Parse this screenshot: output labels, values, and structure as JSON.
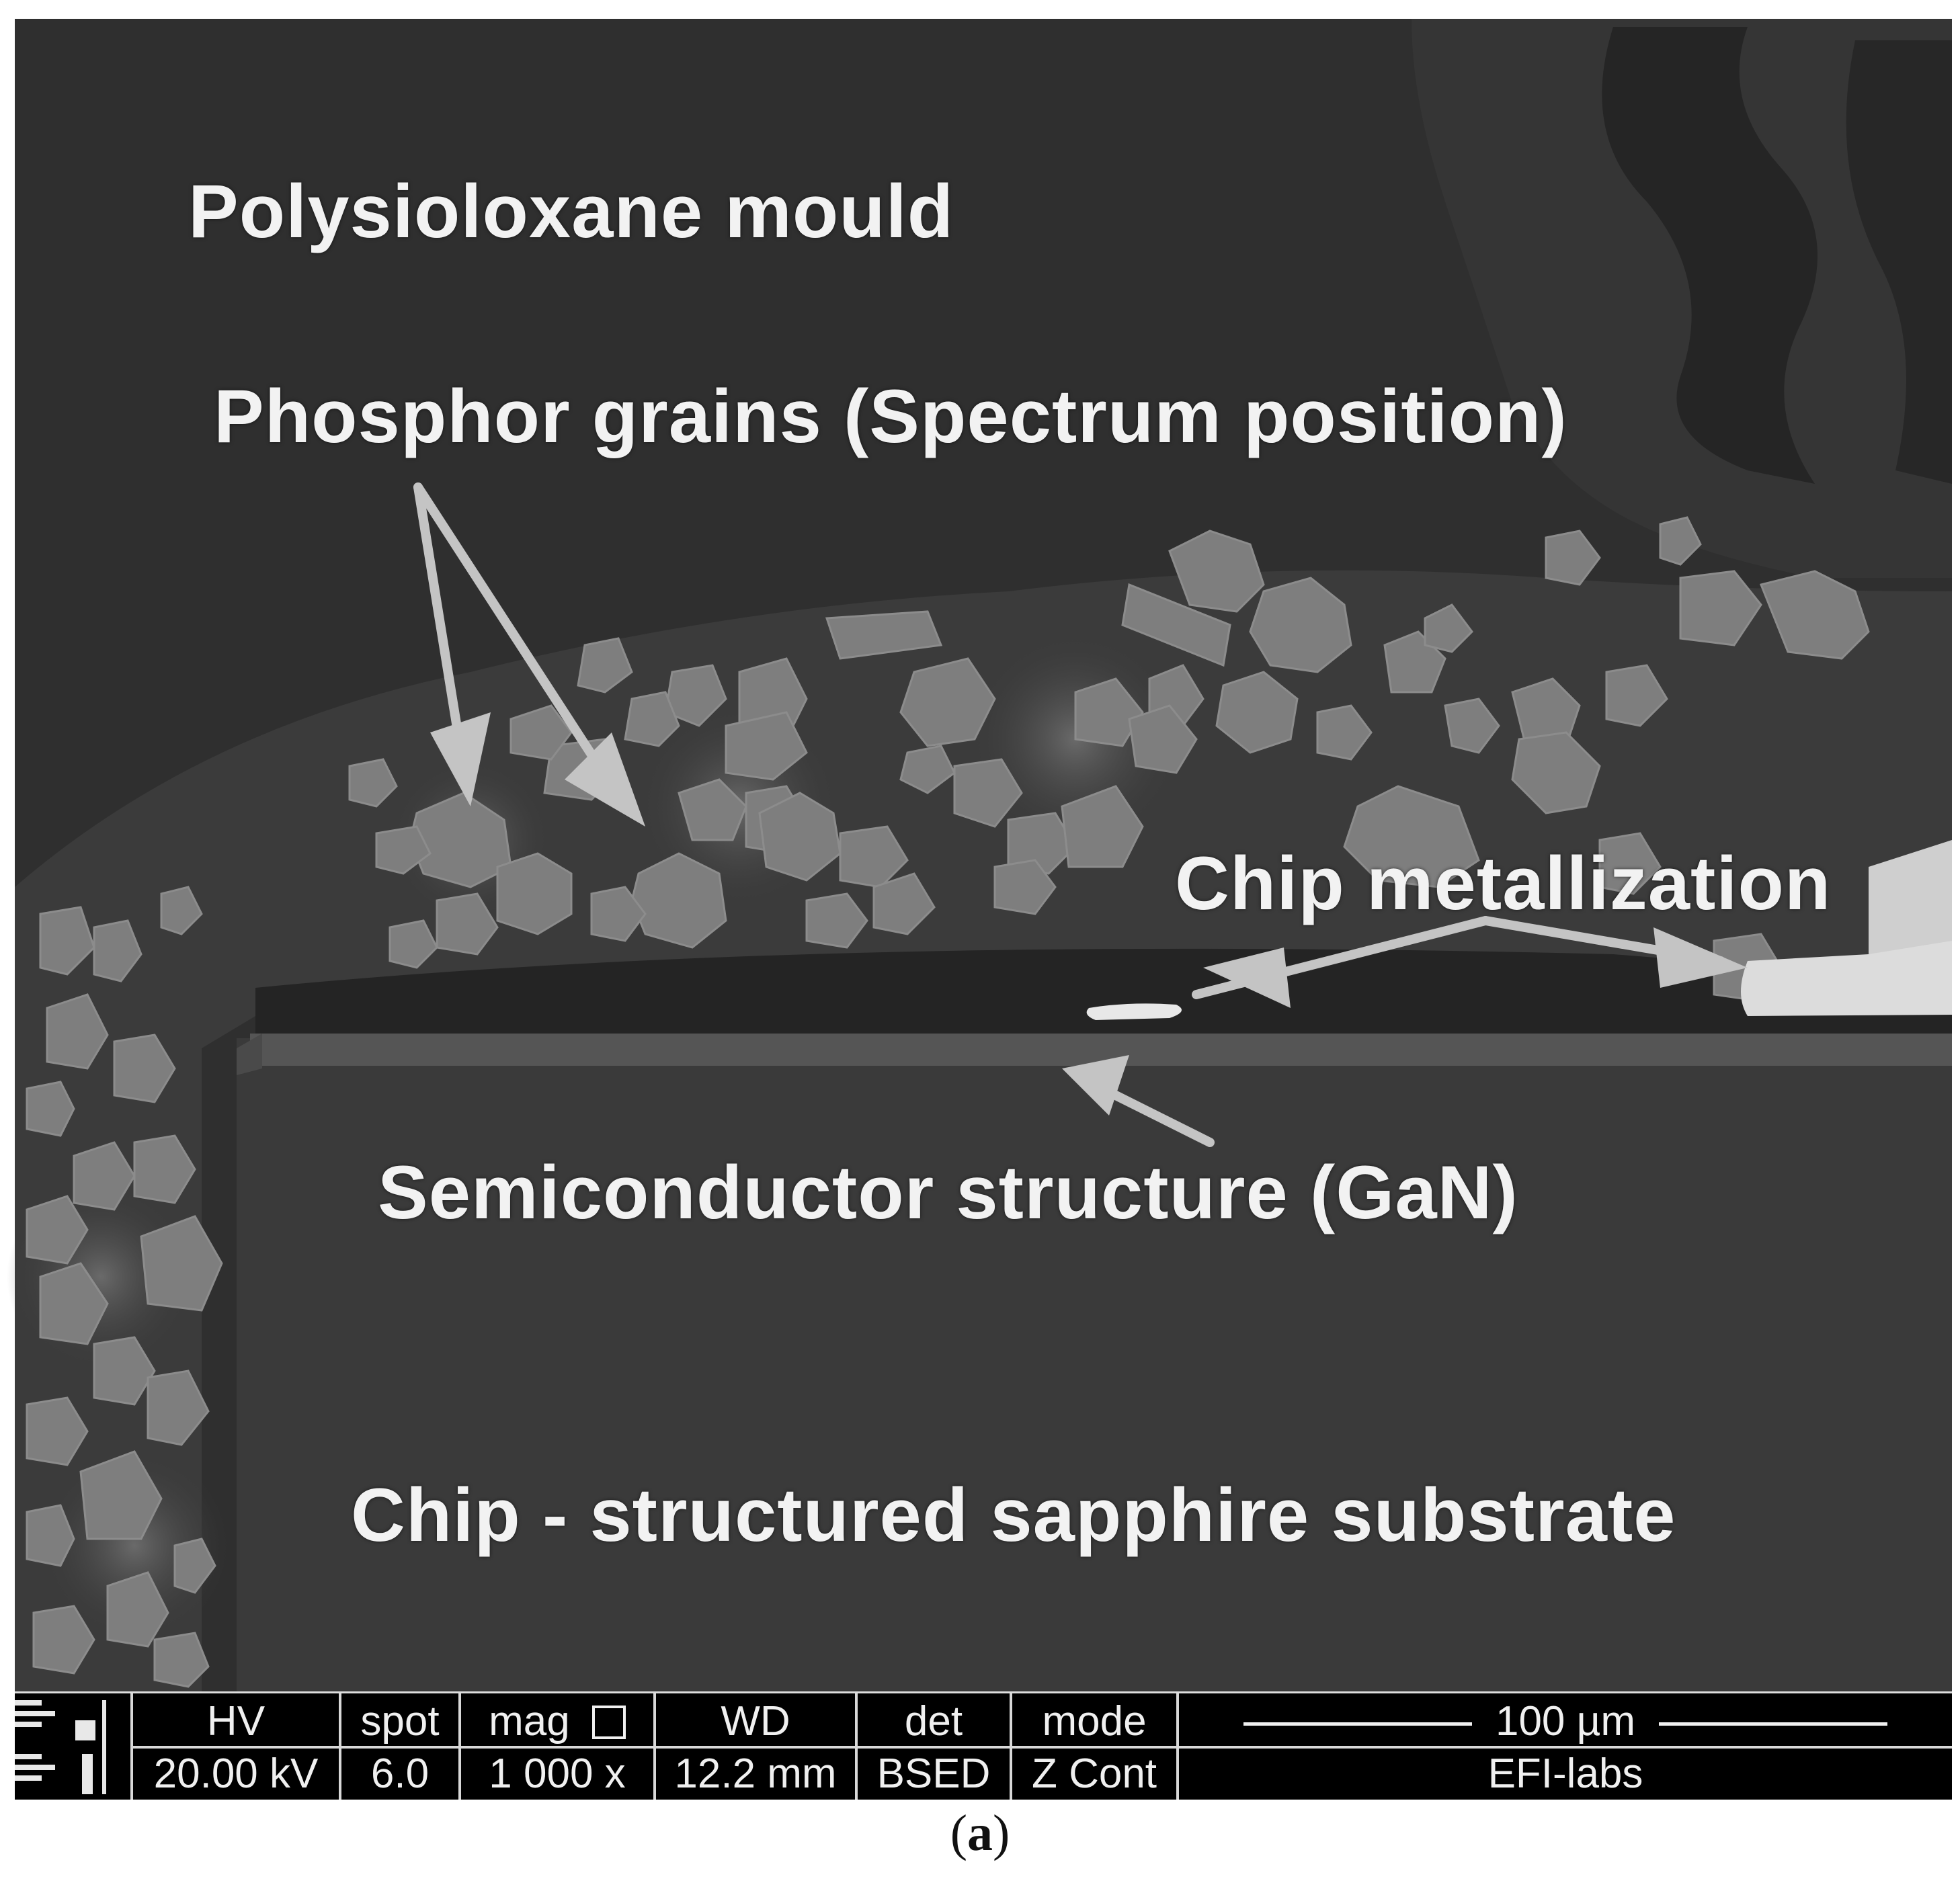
{
  "labels": {
    "mould": "Polysioloxane mould",
    "grains": "Phosphor grains  (Spectrum position)",
    "metallization": "Chip metallization",
    "semiconductor": "Semiconductor structure (GaN)",
    "substrate": "Chip - structured sapphire substrate"
  },
  "databar": {
    "hv": {
      "header": "HV",
      "value": "20.00 kV"
    },
    "spot": {
      "header": "spot",
      "value": "6.0"
    },
    "mag": {
      "header": "mag",
      "value": "1 000 x"
    },
    "wd": {
      "header": "WD",
      "value": "12.2 mm"
    },
    "det": {
      "header": "det",
      "value": "BSED"
    },
    "mode": {
      "header": "mode",
      "value": "Z Cont"
    },
    "scale": "100 µm",
    "lab": "EFI-labs"
  },
  "caption": {
    "open": "(",
    "letter": "a",
    "close": ")"
  },
  "colors": {
    "mould": "#2e2e2e",
    "grain": "#7f7f7f",
    "substrate": "#3a3a3a",
    "gan_layer": "#5a5a5a",
    "metal": "#e6e6e6",
    "arrow": "#bdbdbd"
  }
}
